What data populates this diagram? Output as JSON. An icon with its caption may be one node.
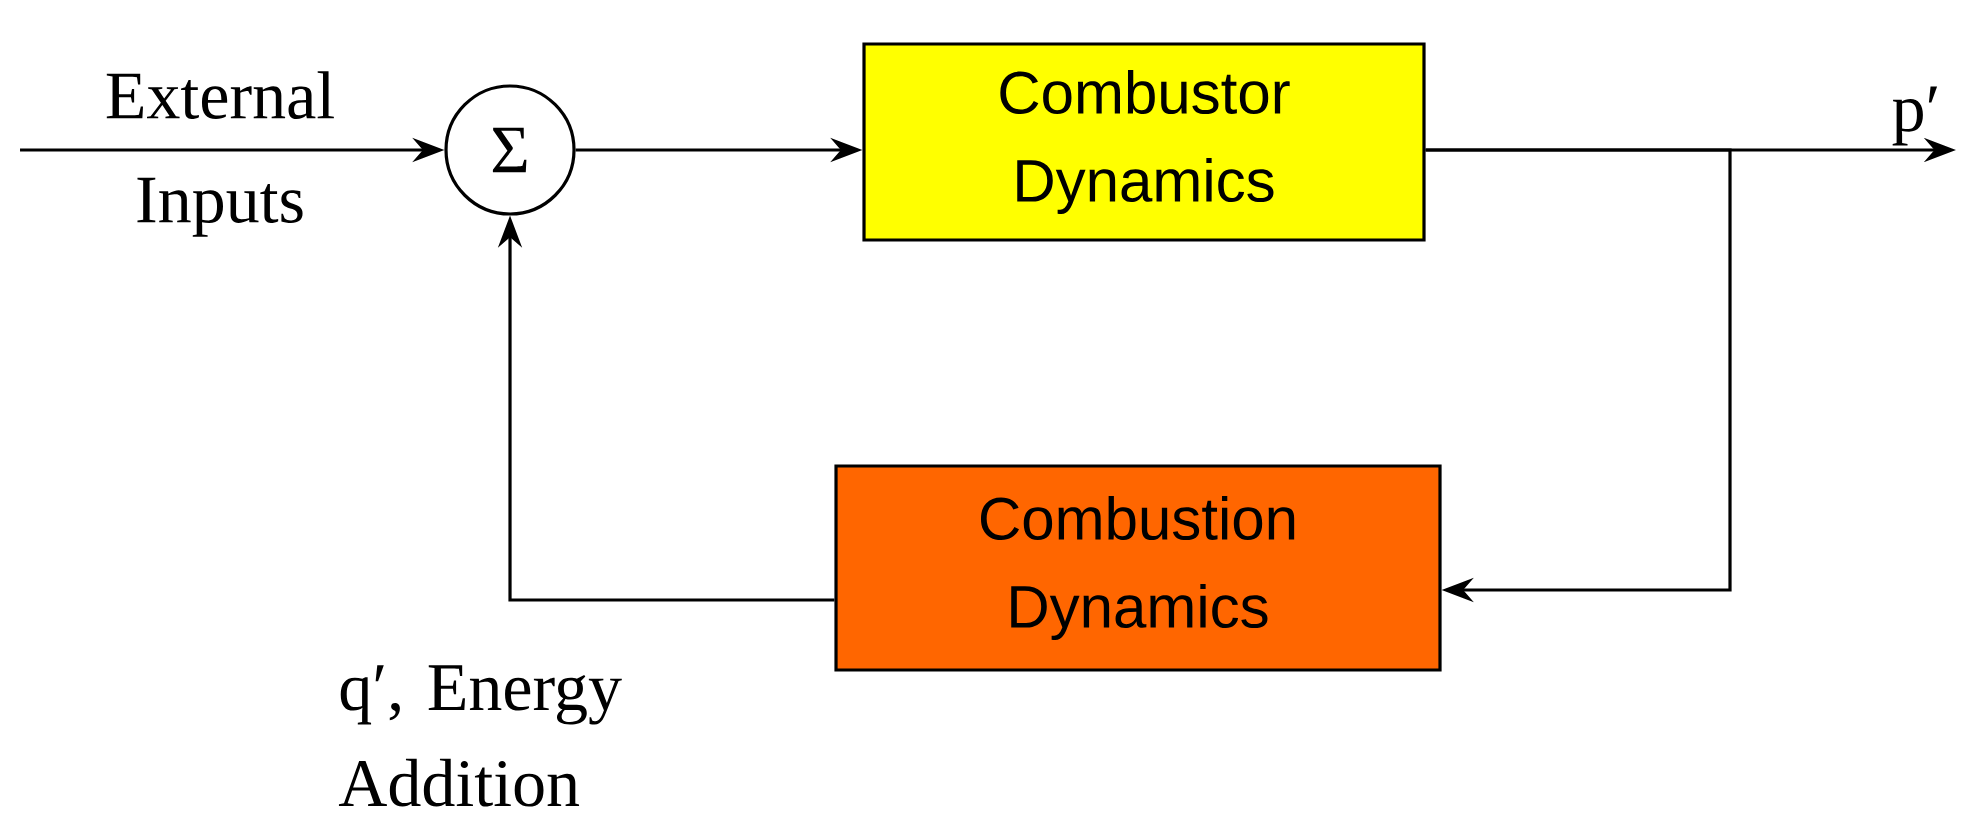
{
  "diagram": {
    "nodes": [
      {
        "text": [
          "Σ"
        ]
      },
      {
        "text": [
          "Combustor Dynamics"
        ]
      },
      {
        "text": [
          "Combustion Dynamics"
        ]
      }
    ],
    "edges": [
      {
        "from": null,
        "to": 0,
        "arrow": "to",
        "label": "External Inputs"
      },
      {
        "from": 0,
        "to": 1,
        "arrow": "to"
      },
      {
        "from": 1,
        "to": null,
        "arrow": "to",
        "label": "p′"
      },
      {
        "from": 1,
        "to": 2,
        "arrow": "to"
      },
      {
        "from": 2,
        "to": 0,
        "arrow": "to",
        "label": "q′, Energy Addition"
      }
    ]
  }
}
